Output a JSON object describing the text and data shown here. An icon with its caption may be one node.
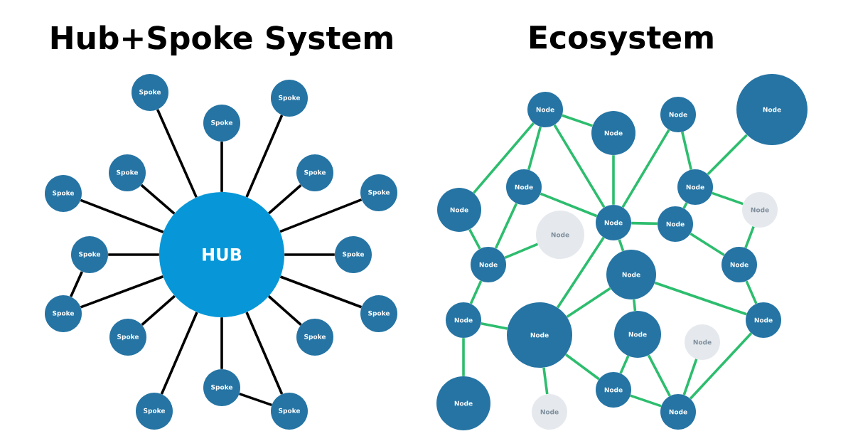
{
  "diagram": {
    "nodes": [
      {
        "text": [
          "HUB"
        ]
      },
      {
        "text": [
          "Spoke"
        ]
      },
      {
        "text": [
          "Spoke"
        ]
      },
      {
        "text": [
          "Spoke"
        ]
      },
      {
        "text": [
          "Spoke"
        ]
      },
      {
        "text": [
          "Spoke"
        ]
      },
      {
        "text": [
          "Spoke"
        ]
      },
      {
        "text": [
          "Spoke"
        ]
      },
      {
        "text": [
          "Spoke"
        ]
      },
      {
        "text": [
          "Spoke"
        ]
      },
      {
        "text": [
          "Spoke"
        ]
      },
      {
        "text": [
          "Spoke"
        ]
      },
      {
        "text": [
          "Spoke"
        ]
      },
      {
        "text": [
          "Spoke"
        ]
      },
      {
        "text": [
          "Spoke"
        ]
      },
      {
        "text": [
          "Spoke"
        ]
      },
      {
        "text": [
          "Spoke"
        ]
      },
      {
        "text": [
          "Node"
        ]
      },
      {
        "text": [
          "Node"
        ]
      },
      {
        "text": [
          "Node"
        ]
      },
      {
        "text": [
          "Node"
        ]
      },
      {
        "text": [
          "Node"
        ]
      },
      {
        "text": [
          "Node"
        ]
      },
      {
        "text": [
          "Node"
        ]
      },
      {
        "text": [
          "Node"
        ]
      },
      {
        "text": [
          "Node"
        ]
      },
      {
        "text": [
          "Node"
        ]
      },
      {
        "text": [
          "Node"
        ]
      },
      {
        "text": [
          "Node"
        ]
      },
      {
        "text": [
          "Node"
        ]
      },
      {
        "text": [
          "Node"
        ]
      },
      {
        "text": [
          "Node"
        ]
      },
      {
        "text": [
          "Node"
        ]
      },
      {
        "text": [
          "Node"
        ]
      },
      {
        "text": [
          "Node"
        ]
      },
      {
        "text": [
          "Node"
        ]
      },
      {
        "text": [
          "Node"
        ]
      },
      {
        "text": [
          "Node"
        ]
      },
      {
        "text": [
          "Node"
        ]
      },
      {
        "text": [
          "Node"
        ]
      }
    ],
    "edges": [
      {
        "from": 0,
        "to": 1,
        "arrow": "none",
        "color": "#000000"
      },
      {
        "from": 0,
        "to": 2,
        "arrow": "none",
        "color": "#000000"
      },
      {
        "from": 0,
        "to": 3,
        "arrow": "none",
        "color": "#000000"
      },
      {
        "from": 0,
        "to": 4,
        "arrow": "none",
        "color": "#000000"
      },
      {
        "from": 0,
        "to": 5,
        "arrow": "none",
        "color": "#000000"
      },
      {
        "from": 0,
        "to": 6,
        "arrow": "none",
        "color": "#000000"
      },
      {
        "from": 0,
        "to": 7,
        "arrow": "none",
        "color": "#000000"
      },
      {
        "from": 0,
        "to": 8,
        "arrow": "none",
        "color": "#000000"
      },
      {
        "from": 0,
        "to": 9,
        "arrow": "none",
        "color": "#000000"
      },
      {
        "from": 0,
        "to": 10,
        "arrow": "none",
        "color": "#000000"
      },
      {
        "from": 0,
        "to": 11,
        "arrow": "none",
        "color": "#000000"
      },
      {
        "from": 0,
        "to": 12,
        "arrow": "none",
        "color": "#000000"
      },
      {
        "from": 0,
        "to": 13,
        "arrow": "none",
        "color": "#000000"
      },
      {
        "from": 0,
        "to": 14,
        "arrow": "none",
        "color": "#000000"
      },
      {
        "from": 0,
        "to": 15,
        "arrow": "none",
        "color": "#000000"
      },
      {
        "from": 0,
        "to": 16,
        "arrow": "none",
        "color": "#000000"
      },
      {
        "from": 8,
        "to": 10,
        "arrow": "none",
        "color": "#000000"
      },
      {
        "from": 14,
        "to": 16,
        "arrow": "none",
        "color": "#000000"
      },
      {
        "from": 17,
        "to": 18,
        "arrow": "none"
      },
      {
        "from": 17,
        "to": 23,
        "arrow": "none"
      },
      {
        "from": 17,
        "to": 21,
        "arrow": "none"
      },
      {
        "from": 17,
        "to": 26,
        "arrow": "none"
      },
      {
        "from": 18,
        "to": 26,
        "arrow": "none"
      },
      {
        "from": 21,
        "to": 26,
        "arrow": "none"
      },
      {
        "from": 21,
        "to": 28,
        "arrow": "none"
      },
      {
        "from": 23,
        "to": 28,
        "arrow": "none"
      },
      {
        "from": 25,
        "to": 28,
        "arrow": "none"
      },
      {
        "from": 19,
        "to": 26,
        "arrow": "none"
      },
      {
        "from": 19,
        "to": 22,
        "arrow": "none"
      },
      {
        "from": 20,
        "to": 22,
        "arrow": "none"
      },
      {
        "from": 22,
        "to": 27,
        "arrow": "none"
      },
      {
        "from": 22,
        "to": 24,
        "arrow": "none"
      },
      {
        "from": 26,
        "to": 27,
        "arrow": "none"
      },
      {
        "from": 27,
        "to": 29,
        "arrow": "none"
      },
      {
        "from": 24,
        "to": 29,
        "arrow": "none"
      },
      {
        "from": 26,
        "to": 30,
        "arrow": "none"
      },
      {
        "from": 26,
        "to": 32,
        "arrow": "none"
      },
      {
        "from": 30,
        "to": 32,
        "arrow": "none"
      },
      {
        "from": 30,
        "to": 33,
        "arrow": "none"
      },
      {
        "from": 30,
        "to": 34,
        "arrow": "none"
      },
      {
        "from": 29,
        "to": 34,
        "arrow": "none"
      },
      {
        "from": 28,
        "to": 31,
        "arrow": "none"
      },
      {
        "from": 31,
        "to": 32,
        "arrow": "none"
      },
      {
        "from": 31,
        "to": 37,
        "arrow": "none"
      },
      {
        "from": 32,
        "to": 38,
        "arrow": "none"
      },
      {
        "from": 32,
        "to": 36,
        "arrow": "none"
      },
      {
        "from": 33,
        "to": 36,
        "arrow": "none"
      },
      {
        "from": 33,
        "to": 39,
        "arrow": "none"
      },
      {
        "from": 36,
        "to": 39,
        "arrow": "none"
      },
      {
        "from": 35,
        "to": 39,
        "arrow": "none"
      },
      {
        "from": 34,
        "to": 39,
        "arrow": "none"
      }
    ],
    "labels": [
      "Hub+Spoke System",
      "Ecosystem"
    ]
  }
}
